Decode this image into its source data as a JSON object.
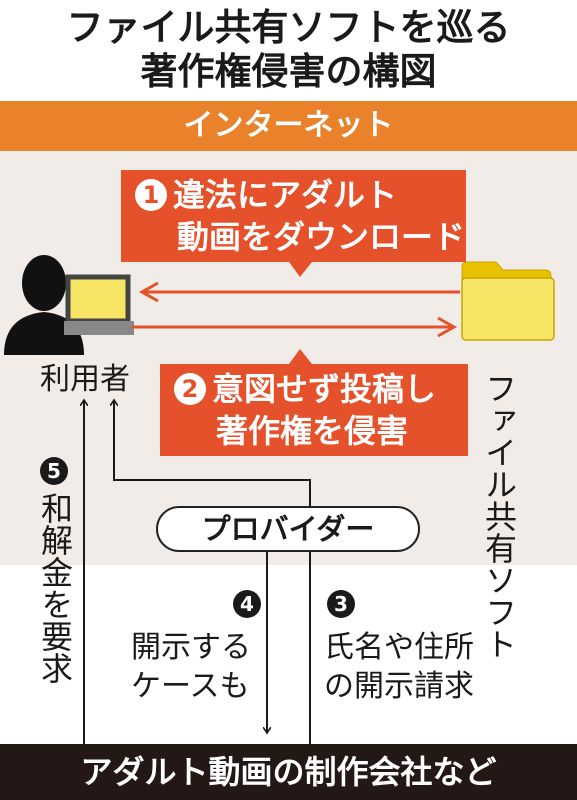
{
  "title": {
    "line1": "ファイル共有ソフトを巡る",
    "line2": "著作権侵害の構図"
  },
  "internet_label": "インターネット",
  "step1": {
    "num": "1",
    "line1": "違法にアダルト",
    "line2": "動画をダウンロード"
  },
  "step2": {
    "num": "2",
    "line1": "意図せず投稿し",
    "line2": "著作権を侵害"
  },
  "user_label": "利用者",
  "share_label": "ファイル共有ソフト",
  "provider_label": "プロバイダー",
  "step5": {
    "num": "5",
    "text": "和解金を要求"
  },
  "step4": {
    "num": "4",
    "line1": "開示する",
    "line2": "ケースも"
  },
  "step3": {
    "num": "3",
    "line1": "氏名や住所",
    "line2": "の開示請求"
  },
  "producer_label": "アダルト動画の制作会社など",
  "colors": {
    "banner": "#e9822a",
    "callout": "#e4512a",
    "panel": "#f2ece8",
    "folder": "#f7e565",
    "dark": "#231815"
  }
}
